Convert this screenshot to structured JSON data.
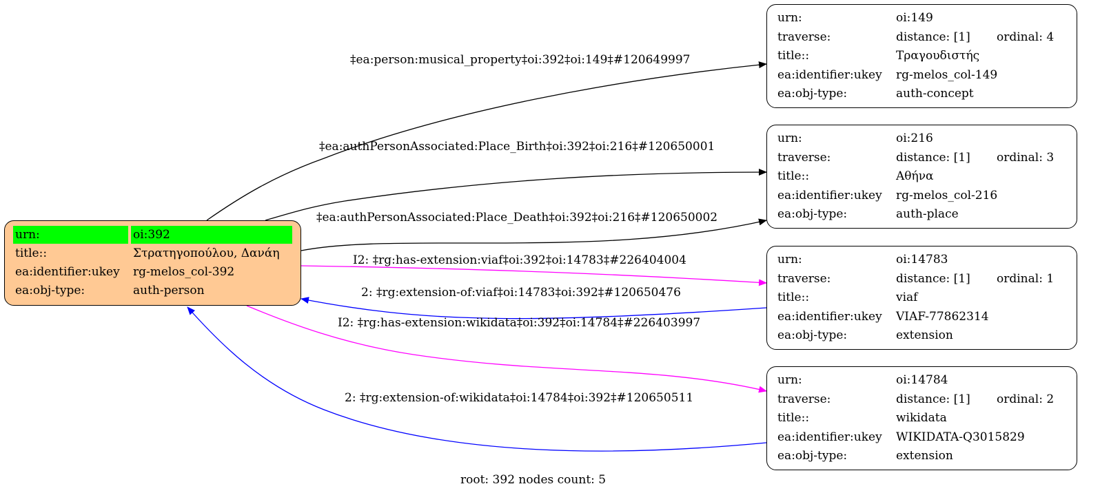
{
  "root_node": {
    "urn_key": "urn:",
    "urn_value": "oi:392",
    "rows": [
      {
        "key": "title::",
        "value": "Στρατηγοπούλου, Δανάη"
      },
      {
        "key": "ea:identifier:ukey",
        "value": "rg-melos_col-392"
      },
      {
        "key": "ea:obj-type:",
        "value": "auth-person"
      }
    ],
    "fill_color": "#ffc994",
    "highlight_color": "#00ff00"
  },
  "nodes": [
    {
      "urn": "oi:149",
      "distance": "distance: [1]",
      "ordinal": "ordinal: 4",
      "title": "Τραγουδιστής",
      "ukey": "rg-melos_col-149",
      "obj_type": "auth-concept"
    },
    {
      "urn": "oi:216",
      "distance": "distance: [1]",
      "ordinal": "ordinal: 3",
      "title": "Αθήνα",
      "ukey": "rg-melos_col-216",
      "obj_type": "auth-place"
    },
    {
      "urn": "oi:14783",
      "distance": "distance: [1]",
      "ordinal": "ordinal: 1",
      "title": "viaf",
      "ukey": "VIAF-77862314",
      "obj_type": "extension"
    },
    {
      "urn": "oi:14784",
      "distance": "distance: [1]",
      "ordinal": "ordinal: 2",
      "title": "wikidata",
      "ukey": "WIKIDATA-Q3015829",
      "obj_type": "extension"
    }
  ],
  "node_keys": {
    "urn": "urn:",
    "traverse": "traverse:",
    "title": "title::",
    "ukey": "ea:identifier:ukey",
    "obj_type": "ea:obj-type:"
  },
  "edges": [
    {
      "label": "‡ea:person:musical_property‡oi:392‡oi:149‡#120649997",
      "from": "oi:392",
      "to": "oi:149",
      "color": "#000000"
    },
    {
      "label": "‡ea:authPersonAssociated:Place_Birth‡oi:392‡oi:216‡#120650001",
      "from": "oi:392",
      "to": "oi:216",
      "color": "#000000"
    },
    {
      "label": "‡ea:authPersonAssociated:Place_Death‡oi:392‡oi:216‡#120650002",
      "from": "oi:392",
      "to": "oi:216",
      "color": "#000000"
    },
    {
      "label": "I2: ‡rg:has-extension:viaf‡oi:392‡oi:14783‡#226404004",
      "from": "oi:392",
      "to": "oi:14783",
      "color": "#ff00ff"
    },
    {
      "label": "2: ‡rg:extension-of:viaf‡oi:14783‡oi:392‡#120650476",
      "from": "oi:14783",
      "to": "oi:392",
      "color": "#0000ff"
    },
    {
      "label": "I2: ‡rg:has-extension:wikidata‡oi:392‡oi:14784‡#226403997",
      "from": "oi:392",
      "to": "oi:14784",
      "color": "#ff00ff"
    },
    {
      "label": "2: ‡rg:extension-of:wikidata‡oi:14784‡oi:392‡#120650511",
      "from": "oi:14784",
      "to": "oi:392",
      "color": "#0000ff"
    }
  ],
  "footer": "root: 392 nodes count: 5"
}
